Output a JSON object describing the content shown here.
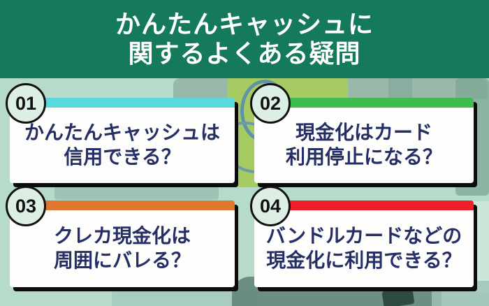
{
  "header": {
    "title_line1": "かんたんキャッシュに",
    "title_line2": "関するよくある疑問",
    "bg_color": "#147a5b",
    "text_color": "#ffffff"
  },
  "cards": [
    {
      "number": "01",
      "accent_color": "#5ad8de",
      "line1": "かんたんキャッシュは",
      "line2": "信用できる？"
    },
    {
      "number": "02",
      "accent_color": "#3ebd4e",
      "line1": "現金化はカード",
      "line2": "利用停止になる？"
    },
    {
      "number": "03",
      "accent_color": "#df772f",
      "line1": "クレカ現金化は",
      "line2": "周囲にバレる？"
    },
    {
      "number": "04",
      "accent_color": "#ee1f26",
      "line1": "バンドルカードなどの",
      "line2": "現金化に利用できる？"
    }
  ],
  "colors": {
    "question_text": "#262e66",
    "badge_fill": "#ddeee5",
    "card_shadow": "#0c0c0c",
    "background_base": "#b7dbca"
  }
}
